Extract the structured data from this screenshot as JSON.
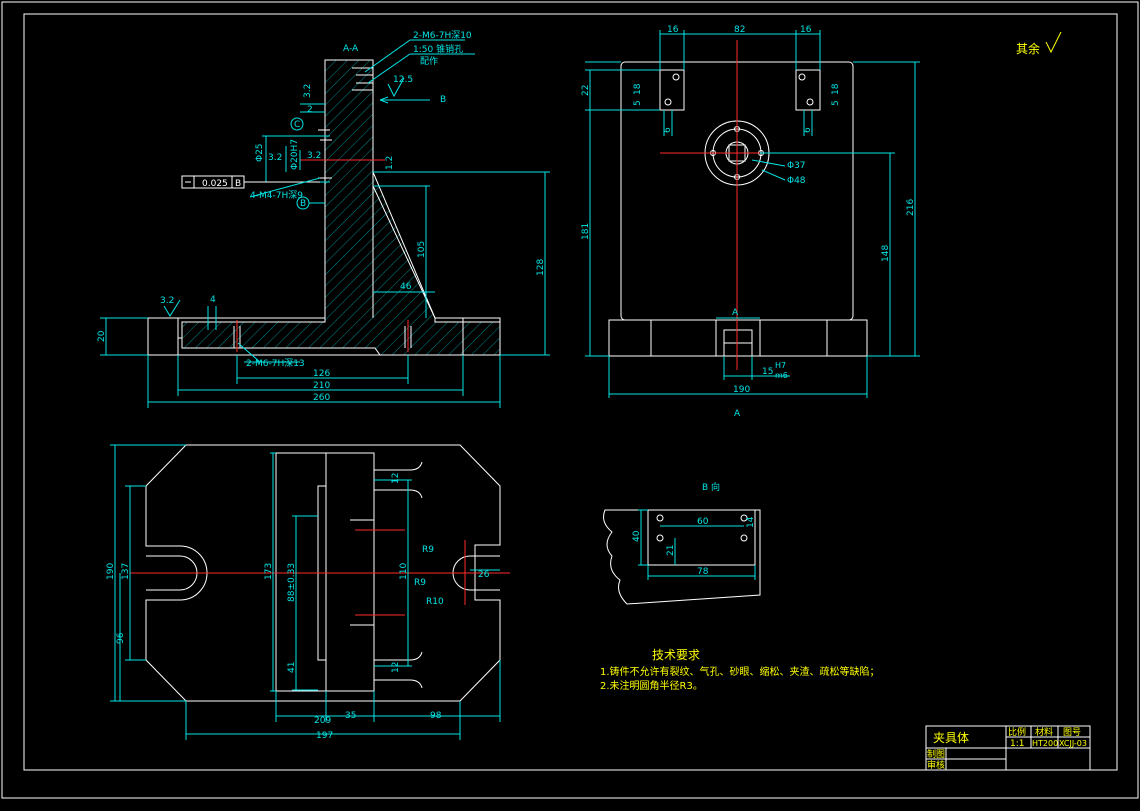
{
  "colors": {
    "background": "#000000",
    "outline": "#ffffff",
    "dimension": "#00e5e5",
    "centerline": "#ff2a2a",
    "note": "#ffff00",
    "hole": "#ff33ff"
  },
  "section_view": {
    "title": "A-A",
    "note_hole1": "2-M6-7H深10",
    "note_hole2": "1:50 锥销孔",
    "note_hole3": "配作",
    "rough_12_5": "12.5",
    "rough_3_2": "3.2",
    "dim_2": "2",
    "dim_25": "Φ25",
    "dim_bore": "Φ20H7",
    "dim_32": "3.2",
    "dim_3_2b": "3.2",
    "dim_1_2": "1.2",
    "datum_c": "C",
    "datum_b": "B",
    "tol_flatness": "0.025",
    "tol_datum": "B",
    "note_m4": "4-M4-7H深9",
    "dim_105": "105",
    "dim_128": "128",
    "dim_46": "46",
    "dim_20": "20",
    "dim_4": "4",
    "rough_base": "3.2",
    "note_m6b": "2-M6-7H深13",
    "dim_126": "126",
    "dim_210": "210",
    "dim_260": "260",
    "view_b_arrow": "B"
  },
  "front_view": {
    "dim_16a": "16",
    "dim_82": "82",
    "dim_16b": "16",
    "dim_22": "22",
    "dim_18a": "18",
    "dim_5a": "5",
    "dim_6a": "6",
    "dim_18b": "18",
    "dim_5b": "5",
    "dim_6b": "6",
    "dim_181": "181",
    "dim_216": "216",
    "dim_148": "148",
    "dim_d37": "Φ37",
    "dim_d48": "Φ48",
    "cut_a_top": "A",
    "cut_a_bottom": "A",
    "dim_15": "15",
    "fit_h7": "H7",
    "fit_m6": "m6",
    "dim_190": "190"
  },
  "top_view": {
    "dim_12a": "12",
    "dim_12b": "12",
    "dim_r9a": "R9",
    "dim_r9b": "R9",
    "dim_r10": "R10",
    "dim_26": "26",
    "dim_190": "190",
    "dim_137": "137",
    "dim_173": "173",
    "dim_88": "88±0.33",
    "dim_110": "110",
    "dim_96": "96",
    "dim_41": "41",
    "dim_209": "209",
    "dim_35": "35",
    "dim_98": "98",
    "dim_197": "197"
  },
  "b_view": {
    "title": "B 向",
    "dim_60": "60",
    "dim_40": "40",
    "dim_21": "21",
    "dim_78": "78",
    "dim_14": "14"
  },
  "tech": {
    "heading": "技术要求",
    "line1": "1.铸件不允许有裂纹、气孔、砂眼、缩松、夹渣、疏松等缺陷；",
    "line2": "2.未注明圆角半径R3。"
  },
  "surface": {
    "text": "其余"
  },
  "title_block": {
    "name": "夹具体",
    "h_scale": "比例",
    "h_material": "材料",
    "h_drawing": "图号",
    "scale": "1:1",
    "material": "HT200",
    "drawing_no": "XCJJ-03",
    "row_design": "制图",
    "row_check": "审核"
  }
}
